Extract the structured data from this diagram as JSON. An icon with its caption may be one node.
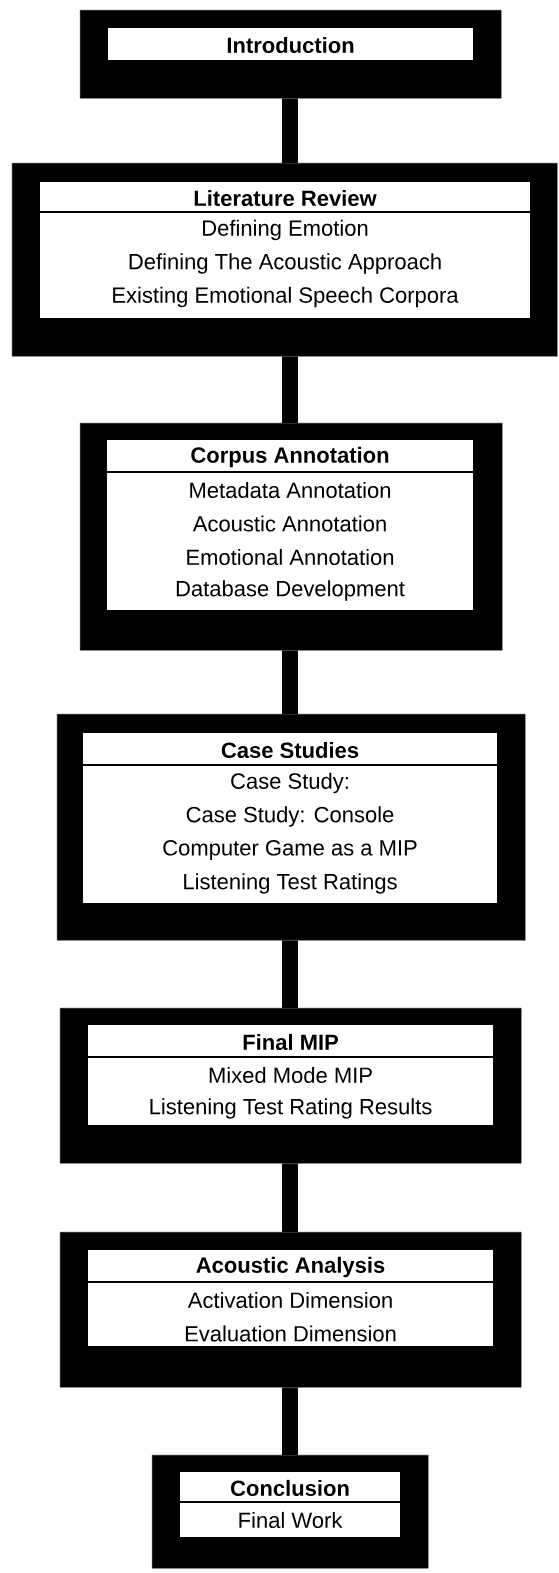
{
  "diagram": {
    "nodes": [
      {
        "text": [
          "Introduction"
        ]
      },
      {
        "text": [
          "Literature Review",
          "Defining Emotion",
          "Defining The Acoustic Approach",
          "Existing Emotional Speech Corpora"
        ]
      },
      {
        "text": [
          "Corpus Annotation",
          "Metadata Annotation",
          "Acoustic Annotation",
          "Emotional Annotation",
          "Database Development"
        ]
      },
      {
        "text": [
          "Case Studies",
          "Case Study:",
          "Case Study: Console",
          "Computer Game as a MIP",
          "Listening Test Ratings"
        ]
      },
      {
        "text": [
          "Final MIP",
          "Mixed Mode MIP",
          "Listening Test Rating Results"
        ]
      },
      {
        "text": [
          "Acoustic Analysis",
          "Activation Dimension",
          "Evaluation Dimension"
        ]
      },
      {
        "text": [
          "Conclusion",
          "Final Work"
        ]
      }
    ],
    "edges": [
      {
        "from": 0,
        "to": 1,
        "arrow": "none"
      },
      {
        "from": 1,
        "to": 2,
        "arrow": "none"
      },
      {
        "from": 2,
        "to": 3,
        "arrow": "none"
      },
      {
        "from": 3,
        "to": 4,
        "arrow": "none"
      },
      {
        "from": 4,
        "to": 5,
        "arrow": "none"
      },
      {
        "from": 5,
        "to": 6,
        "arrow": "none"
      }
    ]
  }
}
